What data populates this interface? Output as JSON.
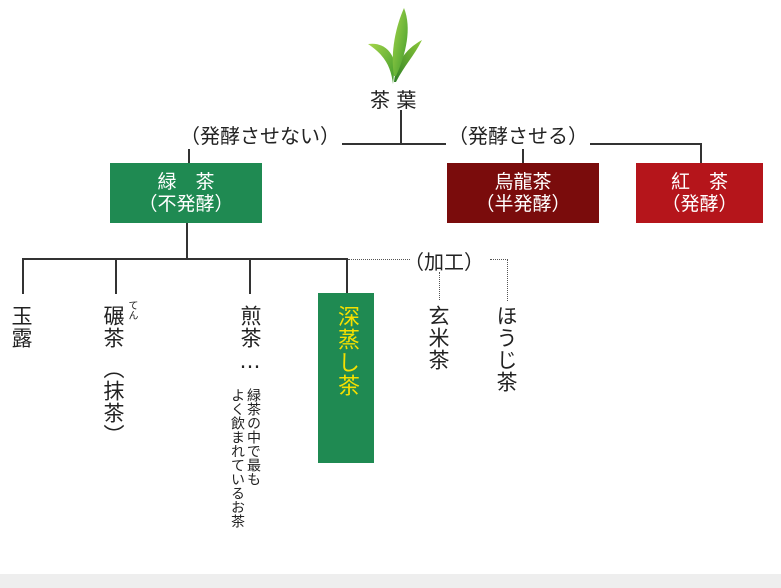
{
  "root": {
    "label": "茶 葉"
  },
  "branches": {
    "non_fermented": "（発酵させない）",
    "fermented": "（発酵させる）"
  },
  "top_boxes": [
    {
      "line1": "緑　茶",
      "line2": "（不発酵）",
      "color": "#1f8a52"
    },
    {
      "line1": "烏龍茶",
      "line2": "（半発酵）",
      "color": "#7a0c0c"
    },
    {
      "line1": "紅　茶",
      "line2": "（発酵）",
      "color": "#b5151b"
    }
  ],
  "processing_label": "（加工）",
  "teas": {
    "gyokuro": "玉露",
    "tencha": "碾茶",
    "tencha_ruby": "てん",
    "matcha": "（抹茶）",
    "sencha": "煎茶…",
    "sencha_note_1": "緑茶の中で最も",
    "sencha_note_2": "よく飲まれているお茶",
    "fukamushi": "深蒸し茶",
    "genmai": "玄米茶",
    "houji": "ほうじ茶"
  },
  "colors": {
    "fukamushi_bg": "#1f8a52",
    "fukamushi_text": "#f5e000"
  }
}
